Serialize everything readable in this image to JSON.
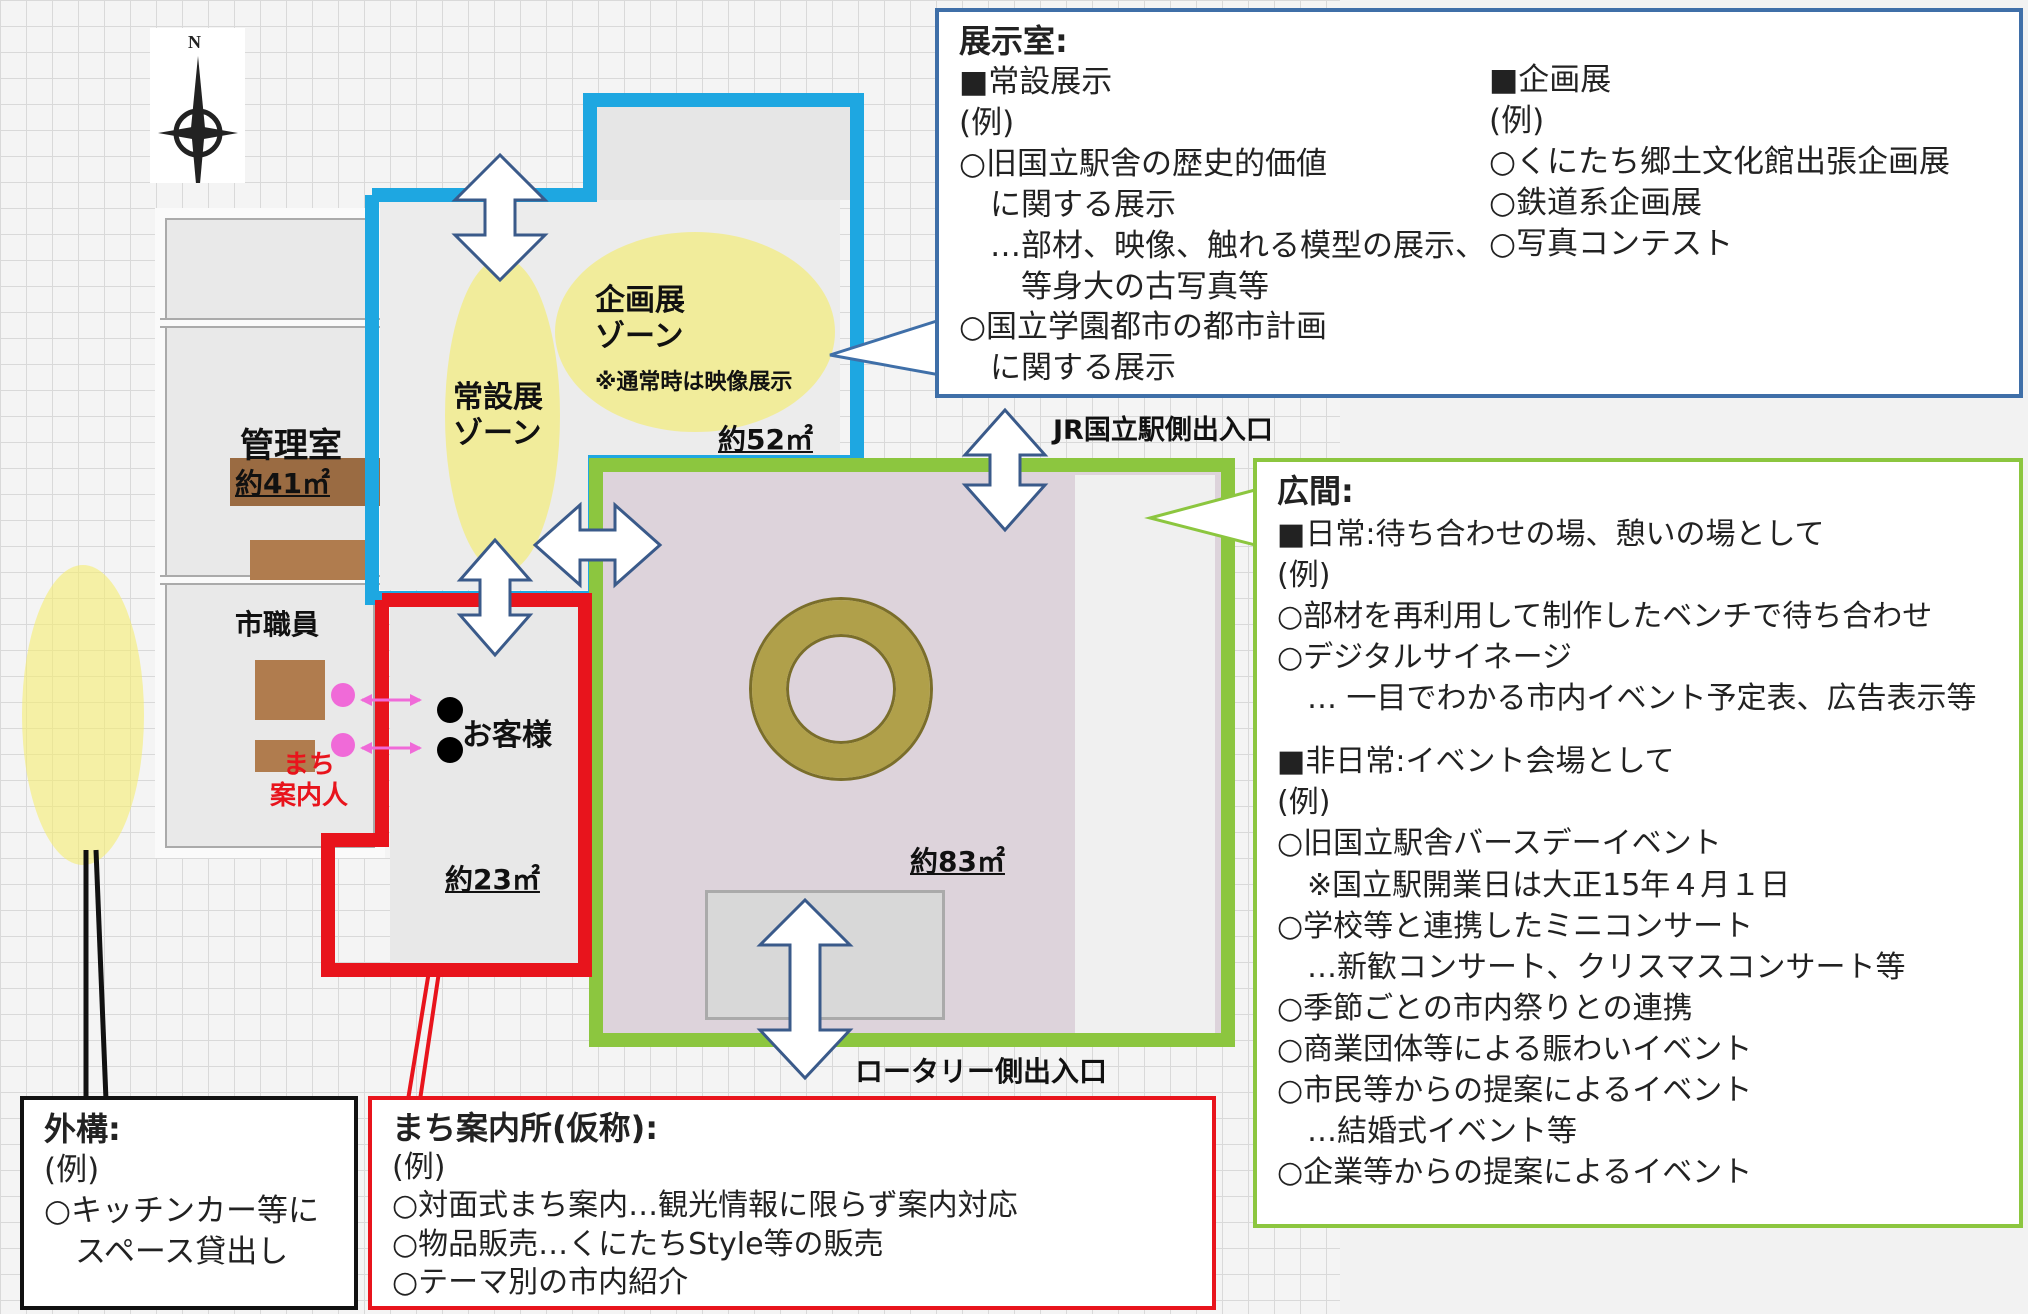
{
  "compass": {
    "north": "N"
  },
  "exhibition_box": {
    "title": "展示室:",
    "col1": [
      "■常設展示",
      "(例)",
      "○旧国立駅舎の歴史的価値",
      "　に関する展示",
      "　…部材、映像、触れる模型の展示、",
      "　　等身大の古写真等",
      "○国立学園都市の都市計画",
      "　に関する展示"
    ],
    "col2": [
      "■企画展",
      "(例)",
      "○くにたち郷土文化館出張企画展",
      "○鉄道系企画展",
      "○写真コンテスト"
    ]
  },
  "hall_box": {
    "title": "広間:",
    "lines": [
      "■日常:待ち合わせの場、憩いの場として",
      "(例)",
      "○部材を再利用して制作したベンチで待ち合わせ",
      "○デジタルサイネージ",
      "　… 一目でわかる市内イベント予定表、広告表示等",
      "",
      "■非日常:イベント会場として",
      "(例)",
      "○旧国立駅舎バースデーイベント",
      "　※国立駅開業日は大正15年４月１日",
      "○学校等と連携したミニコンサート",
      "　…新歓コンサート、クリスマスコンサート等",
      "○季節ごとの市内祭りとの連携",
      "○商業団体等による賑わいイベント",
      "○市民等からの提案によるイベント",
      "　…結婚式イベント等",
      "○企業等からの提案によるイベント"
    ]
  },
  "exterior_box": {
    "title": "外構:",
    "lines": [
      "(例)",
      "○キッチンカー等に",
      "　スペース貸出し"
    ]
  },
  "info_box": {
    "title": "まち案内所(仮称):",
    "lines": [
      "(例)",
      "○対面式まち案内…観光情報に限らず案内対応",
      "○物品販売…くにたちStyle等の販売",
      "○テーマ別の市内紹介"
    ]
  },
  "labels": {
    "kikaku_zone": [
      "企画展",
      "ゾーン"
    ],
    "kikaku_note": "※通常時は映像展示",
    "jousetsu_zone": [
      "常設展",
      "ゾーン"
    ],
    "exhibit_area": "約52㎡",
    "office": "管理室",
    "office_area": "約41㎡",
    "staff": "市職員",
    "guide": [
      "まち",
      "案内人"
    ],
    "customer": "お客様",
    "info_area": "約23㎡",
    "hall_area": "約83㎡",
    "jr_exit": "JR国立駅側出入口",
    "rotary_exit": "ロータリー側出入口"
  },
  "colors": {
    "exhibit": "#1ea7e1",
    "hall": "#8cc63f",
    "info": "#e8141c",
    "box_blue": "#3f6fa8",
    "exterior": "#111111",
    "zone": "#f5ec70",
    "guide": "#e040c8"
  }
}
